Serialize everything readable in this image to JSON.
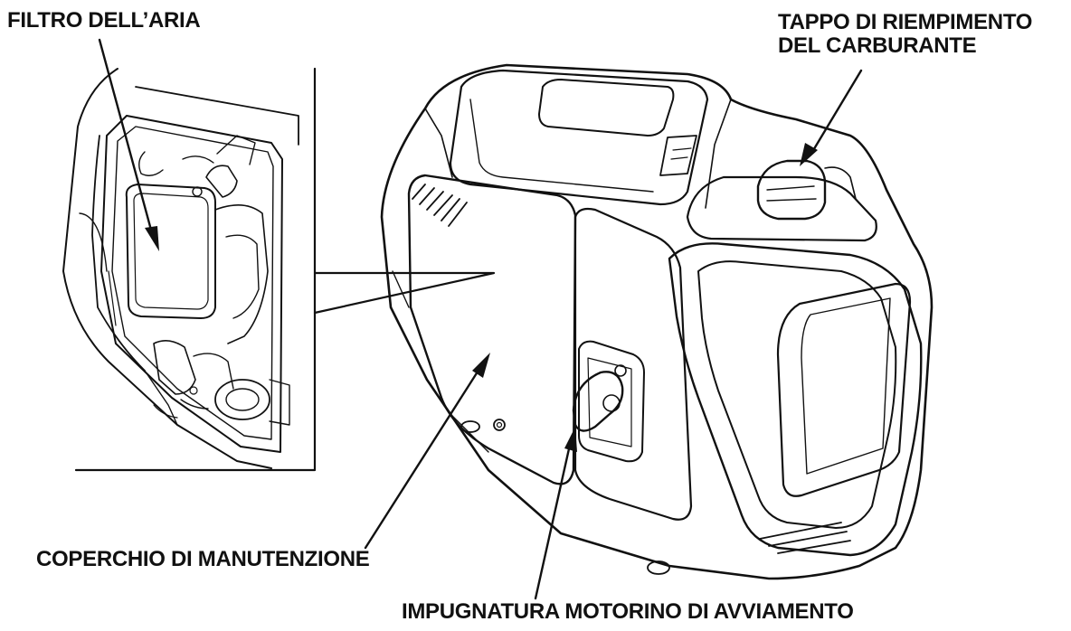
{
  "labels": {
    "air_filter": "FILTRO DELL’ARIA",
    "fuel_cap_line1": "TAPPO DI RIEMPIMENTO",
    "fuel_cap_line2": "DEL CARBURANTE",
    "maintenance_cover": "COPERCHIO DI MANUTENZIONE",
    "recoil_starter_grip": "IMPUGNATURA MOTORINO DI AVVIAMENTO"
  },
  "colors": {
    "line": "#111111",
    "background": "#ffffff"
  }
}
